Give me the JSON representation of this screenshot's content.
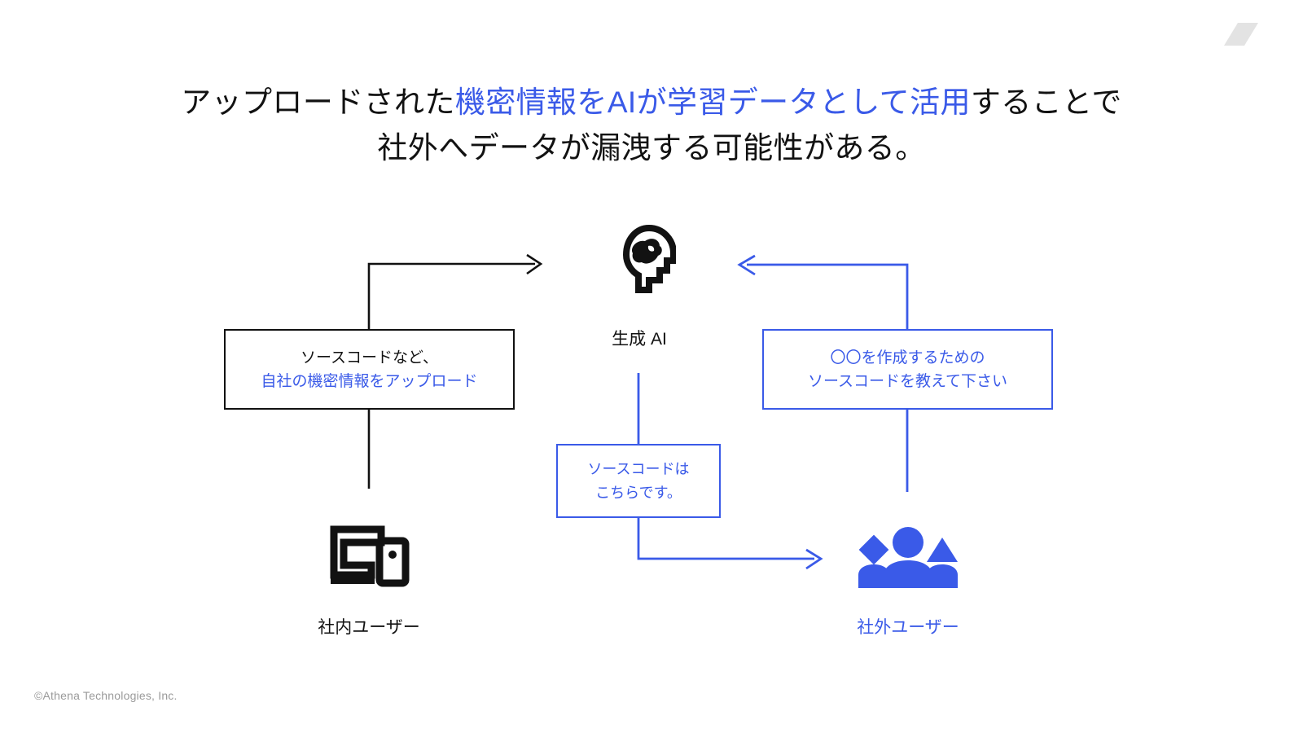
{
  "slide": {
    "title": {
      "line1_plain_start": "アップロードされた",
      "line1_highlight": "機密情報をAIが学習データとして活用",
      "line1_plain_end": "することで",
      "line2": "社外へデータが漏洩する可能性がある。"
    },
    "copyright": "©Athena Technologies, Inc."
  },
  "colors": {
    "accent_blue": "#3a5ae8",
    "text_black": "#121212",
    "footer_gray": "#9a9a9a",
    "logo_gray": "#e3e3e3"
  },
  "diagram": {
    "nodes": {
      "ai": {
        "icon": "ai-head-brain-icon",
        "label": "生成 AI",
        "label_color": "black"
      },
      "internal_user": {
        "icon": "laptop-phone-icon",
        "label": "社内ユーザー",
        "label_color": "black"
      },
      "external_user": {
        "icon": "group-of-people-icon",
        "label": "社外ユーザー",
        "label_color": "blue"
      }
    },
    "callouts": {
      "upload": {
        "line1": "ソースコードなど、",
        "line2": "自社の機密情報をアップロード",
        "border_color": "#111111"
      },
      "request": {
        "line1": "〇〇を作成するための",
        "line2": "ソースコードを教えて下さい",
        "border_color": "#3a5ae8"
      },
      "response": {
        "line1": "ソースコードは",
        "line2": "こちらです。",
        "border_color": "#3a5ae8"
      }
    },
    "flows": [
      {
        "name": "internal-user-to-ai",
        "color": "#111111",
        "direction": "right"
      },
      {
        "name": "external-user-to-ai",
        "color": "#3a5ae8",
        "direction": "left"
      },
      {
        "name": "ai-to-external-user",
        "color": "#3a5ae8",
        "direction": "right"
      }
    ]
  }
}
